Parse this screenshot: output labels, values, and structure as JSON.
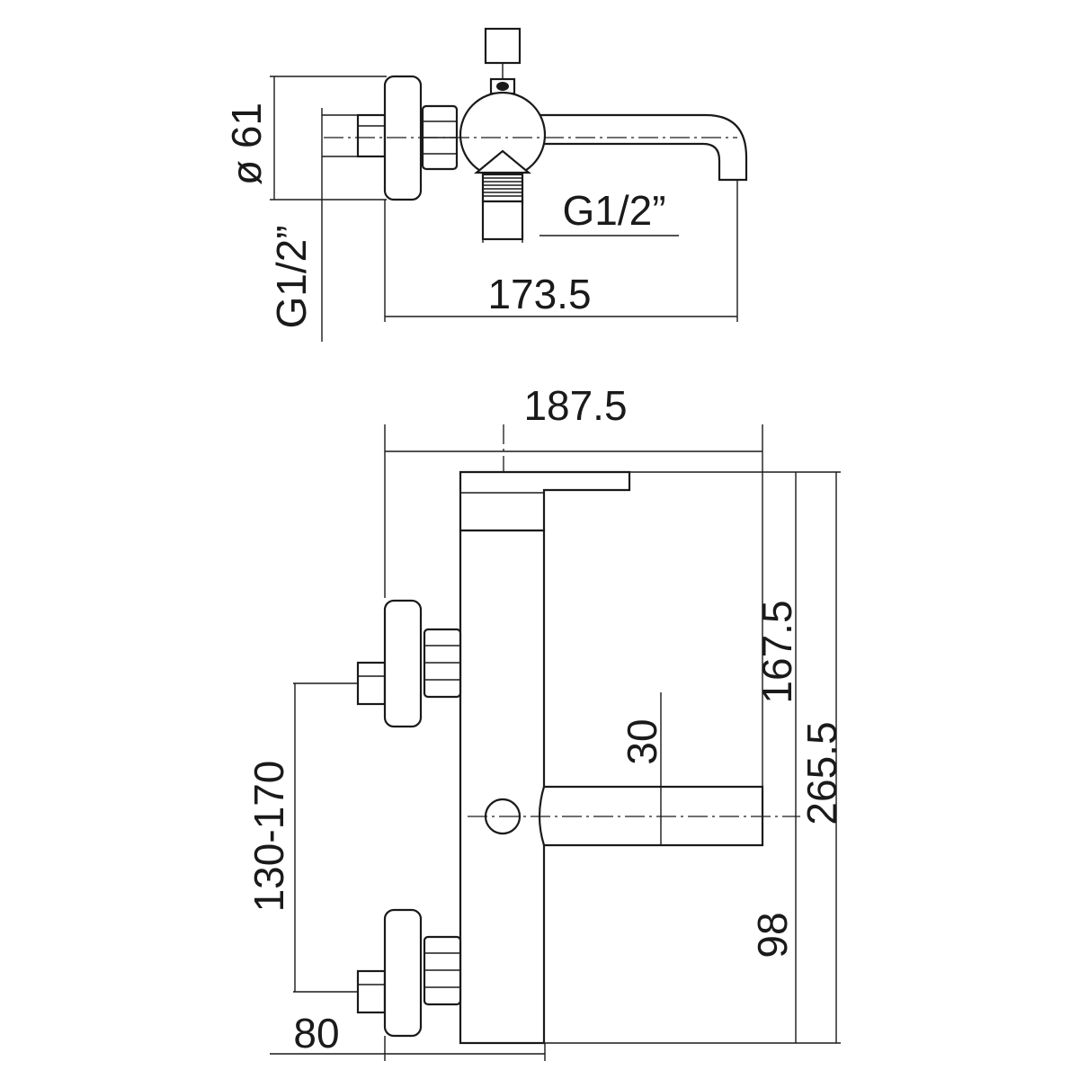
{
  "top_view": {
    "dim_diameter": "ø 61",
    "dim_inlet_thread": "G1/2”",
    "dim_outlet_thread": "G1/2”",
    "dim_spout_reach": "173.5"
  },
  "front_view": {
    "dim_overall_width": "187.5",
    "dim_spout_height": "167.5",
    "dim_total_height": "265.5",
    "dim_spout_thickness": "30",
    "dim_center_distance": "130-170",
    "dim_wall_offset": "80",
    "dim_outlet_height": "98"
  }
}
